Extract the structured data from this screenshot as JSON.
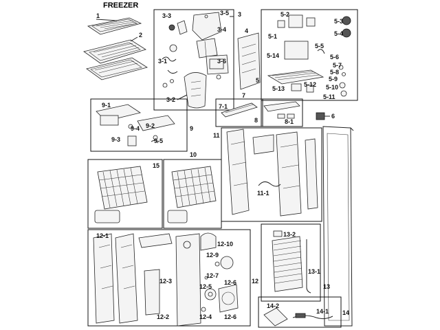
{
  "title": "FREEZER",
  "labels": {
    "l1": "1",
    "l2": "2",
    "l3": "3",
    "l3_1": "3-1",
    "l3_2": "3-2",
    "l3_3": "3-3",
    "l3_4": "3-4",
    "l3_5": "3-5",
    "l3_6": "3-6",
    "l4": "4",
    "l5": "5",
    "l5_1": "5-1",
    "l5_2": "5-2",
    "l5_3": "5-3",
    "l5_4": "5-4",
    "l5_5": "5-5",
    "l5_6": "5-6",
    "l5_7": "5-7",
    "l5_8": "5-8",
    "l5_9": "5-9",
    "l5_10": "5-10",
    "l5_11": "5-11",
    "l5_12": "5-12",
    "l5_13": "5-13",
    "l5_14": "5-14",
    "l6": "6",
    "l7": "7",
    "l7_1": "7-1",
    "l8": "8",
    "l8_1": "8-1",
    "l9": "9",
    "l9_1": "9-1",
    "l9_2": "9-2",
    "l9_3": "9-3",
    "l9_4": "9-4",
    "l9_5": "9-5",
    "l10": "10",
    "l11": "11",
    "l11_1": "11-1",
    "l12": "12",
    "l12_1": "12-1",
    "l12_2": "12-2",
    "l12_3": "12-3",
    "l12_4": "12-4",
    "l12_5": "12-5",
    "l12_6a": "12-6",
    "l12_6b": "12-6",
    "l12_7": "12-7",
    "l12_9": "12-9",
    "l12_10": "12-10",
    "l13": "13",
    "l13_1": "13-1",
    "l13_2": "13-2",
    "l14": "14",
    "l14_1": "14-1",
    "l14_2": "14-2",
    "l15": "15"
  }
}
